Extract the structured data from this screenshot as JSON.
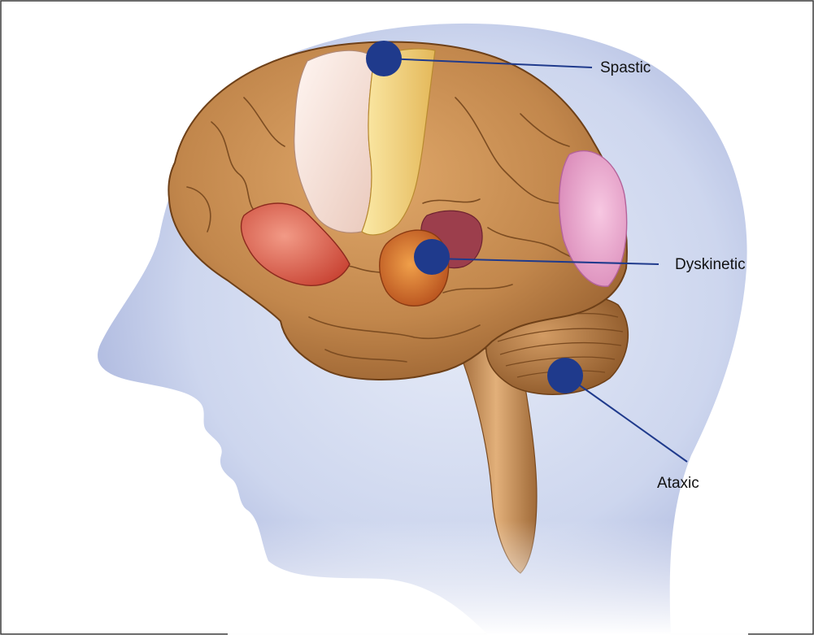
{
  "labels": {
    "spastic": "Spastic",
    "dyskinetic": "Dyskinetic",
    "ataxic": "Ataxic"
  },
  "colors": {
    "marker": "#1f3a8c",
    "leader": "#1f3a8c",
    "frame": "#3a3a3a",
    "head_silhouette": "#c9d3ec",
    "head_shadow": "#9aa7d4",
    "brain": "#c2874c",
    "brain_dark": "#8e5a2a",
    "motor_cortex": "#f1d37a",
    "premotor_region": "#f6e1dc",
    "broca_region": "#e0665a",
    "basal_ganglia": "#d97032",
    "thalamus": "#9c3e4c",
    "occipital_region": "#ecaad0",
    "cerebellum": "#a8703c"
  },
  "icons": {
    "marker": "filled-circle"
  }
}
